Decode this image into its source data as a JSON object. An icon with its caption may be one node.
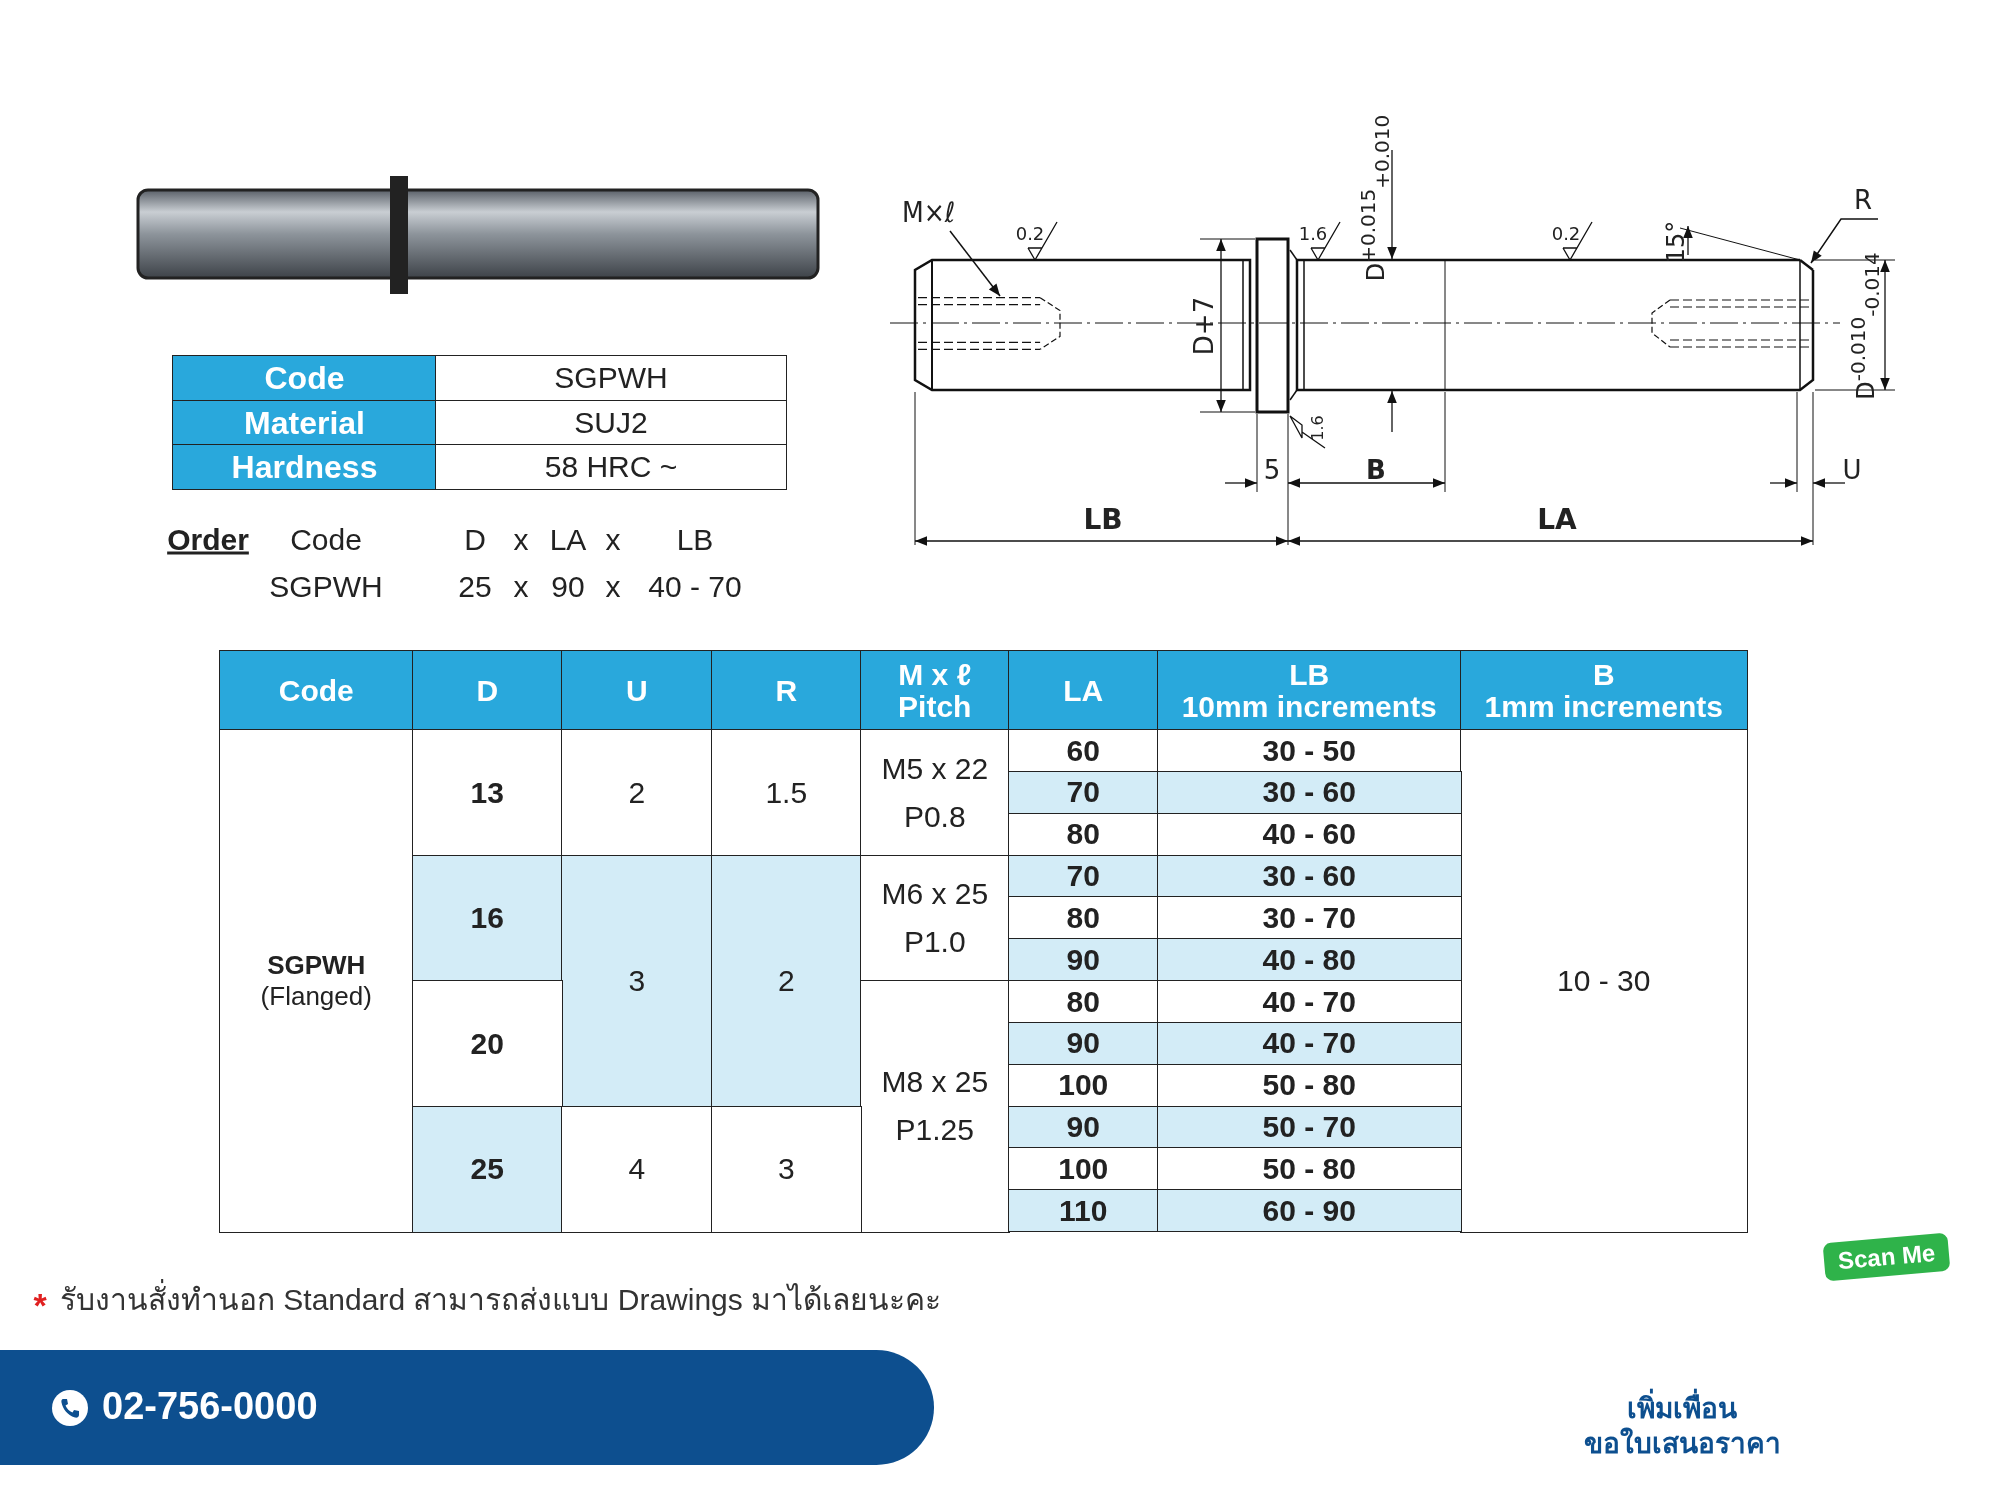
{
  "diagram": {
    "nodes": [
      {
        "text": [
          "M×ℓ"
        ]
      },
      {
        "text": [
          "R"
        ]
      },
      {
        "text": [],
        "shape": "hole"
      },
      {
        "text": [],
        "shape": "chamfer"
      }
    ],
    "edges": [
      {
        "from": 0,
        "to": 2,
        "arrow": "to"
      },
      {
        "from": 1,
        "to": 3,
        "arrow": "to"
      }
    ],
    "labels": [
      "0.2",
      "1.6",
      "D$^{+0.015}$$_{+0.010}$",
      "0.2",
      "15°",
      "D+7",
      "D$^{-0.010}$$_{-0.014}$",
      "1.6",
      "5",
      "B",
      "U",
      "LB",
      "LA",
      "Code",
      "SGPWH",
      "Material",
      "SUJ2",
      "Hardness",
      "58 HRC ~",
      "Order",
      "Code",
      "D",
      "x",
      "LA",
      "x",
      "LB",
      "SGPWH",
      "25",
      "x",
      "90",
      "x",
      "40 - 70",
      "Code",
      "D",
      "U",
      "R",
      "M x ℓ Pitch",
      "LA",
      "LB 10mm increments",
      "B 1mm increments",
      "**SGPWH** (Flanged)",
      "13",
      "2",
      "1.5",
      "M5 x 22 P0.8",
      "60",
      "30 - 50",
      "10 - 30",
      "70",
      "30 - 60",
      "80",
      "40 - 60",
      "16",
      "3",
      "2",
      "M6 x 25 P1.0",
      "70",
      "30 - 60",
      "80",
      "30 - 70",
      "90",
      "40 - 80",
      "20",
      "M8 x 25 P1.25",
      "80",
      "40 - 70",
      "90",
      "40 - 70",
      "100",
      "50 - 80",
      "25",
      "4",
      "3",
      "90",
      "50 - 70",
      "100",
      "50 - 80",
      "110",
      "60 - 90",
      "*",
      "รับงานสั่งทำนอก Standard สามารถส่งแบบ Drawings มาได้เลยนะคะ",
      "02-756-0000",
      "Scan Me",
      "เพิ่มเพื่อน",
      "ขอใบเสนอราคา"
    ]
  }
}
